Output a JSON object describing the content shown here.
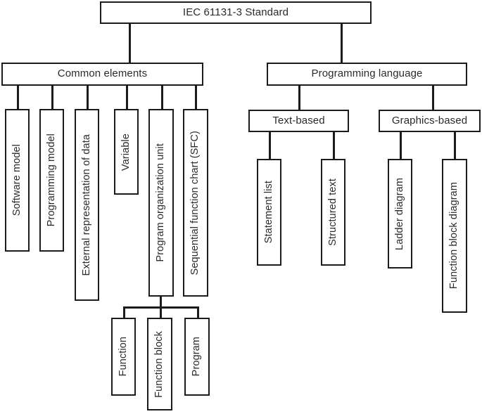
{
  "diagram": {
    "title": "IEC 61131-3 Standard",
    "root": {
      "label": "IEC 61131-3 Standard"
    },
    "branches": {
      "common_elements": {
        "label": "Common elements",
        "children": [
          {
            "label": "Software model"
          },
          {
            "label": "Programming model"
          },
          {
            "label": "External representation of data"
          },
          {
            "label": "Variable"
          },
          {
            "label": "Program organization unit"
          },
          {
            "label": "Sequential function chart (SFC)"
          }
        ],
        "pou_children": [
          {
            "label": "Function"
          },
          {
            "label": "Function block"
          },
          {
            "label": "Program"
          }
        ]
      },
      "programming_language": {
        "label": "Programming language",
        "children": [
          {
            "label": "Text-based",
            "children": [
              {
                "label": "Statement list"
              },
              {
                "label": "Structured text"
              }
            ]
          },
          {
            "label": "Graphics-based",
            "children": [
              {
                "label": "Ladder diagram"
              },
              {
                "label": "Function block diagram"
              }
            ]
          }
        ]
      }
    },
    "colors": {
      "stroke": "#1b1b1b",
      "text": "#2b2b2b",
      "background": "#ffffff"
    }
  }
}
